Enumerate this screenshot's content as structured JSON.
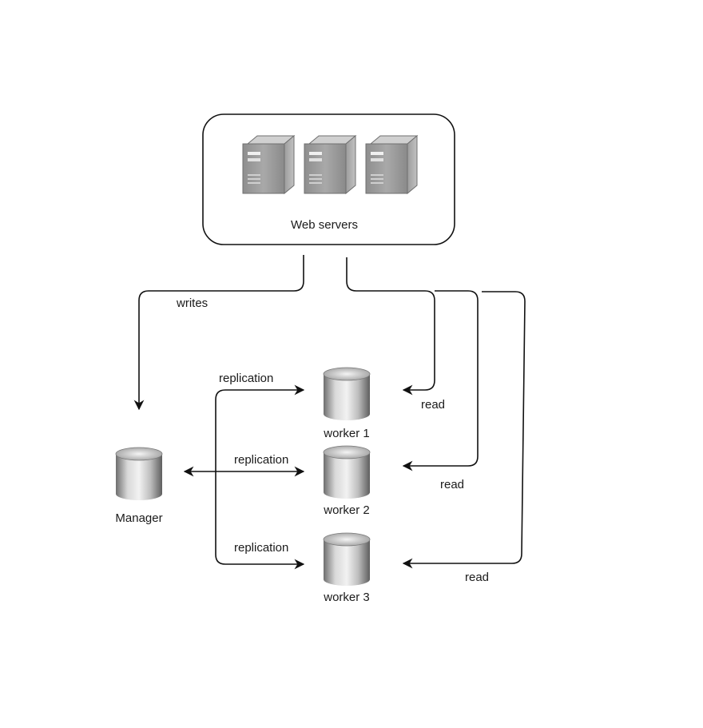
{
  "web_tier": {
    "label": "Web servers",
    "server_count": 3
  },
  "manager": {
    "label": "Manager"
  },
  "workers": [
    {
      "label": "worker 1"
    },
    {
      "label": "worker 2"
    },
    {
      "label": "worker 3"
    }
  ],
  "edges": {
    "writes": "writes",
    "replication": [
      "replication",
      "replication",
      "replication"
    ],
    "read": [
      "read",
      "read",
      "read"
    ]
  },
  "colors": {
    "stroke": "#111111",
    "server_body": "#9a9a9a",
    "db_silver": "#c8c8c8"
  }
}
